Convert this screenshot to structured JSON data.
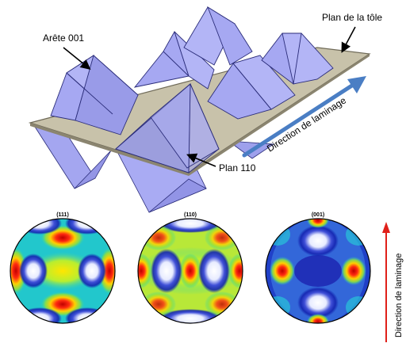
{
  "diagram": {
    "labels": {
      "edge": "Arête 001",
      "sheet_plane": "Plan de la tôle",
      "rolling_direction": "Direction de laminage",
      "plane": "Plan 110"
    },
    "colors": {
      "sheet": "#c8c2aa",
      "sheet_edge": "#6f6a58",
      "crystal_face": "#a9abf3",
      "crystal_face_dark": "#9294e6",
      "crystal_edge": "#2b2d7a",
      "arrow_blue": "#4a7ec4",
      "arrow_black": "#000000"
    }
  },
  "pole_figures": {
    "titles": [
      "(111)",
      "(110)",
      "(001)"
    ],
    "side_label": "Direction de laminage",
    "colors": {
      "low": "#ffffff",
      "mid_low": "#1d2fc0",
      "mid": "#20c8d8",
      "mid_high": "#7ee040",
      "high": "#ffd200",
      "max": "#e0201a",
      "side_arrow": "#e0201a"
    }
  }
}
